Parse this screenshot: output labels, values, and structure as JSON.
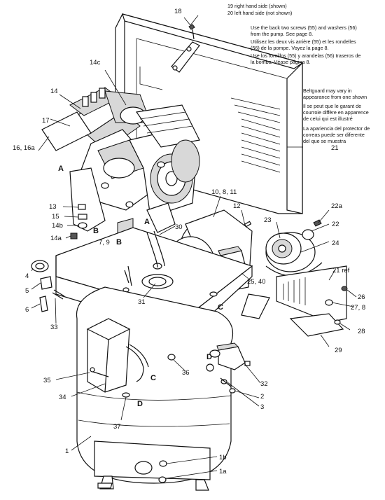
{
  "side_notes": {
    "right": "19  right hand side (shown)",
    "left": "20  left hand side (not shown)"
  },
  "screw_note": [
    "Use the back two screws (55) and washers (56)",
    "from the pump. See page 8.",
    "Utilisez les deux vis arrière (55) et les rondelles",
    "(56) de la pompe. Voyez la page 8.",
    "Use los tornillos (55) y arandelas (56) traseros de",
    "la bomba. Véase página 8."
  ],
  "beltguard_note": [
    "Beltguard may vary in",
    "appearance from one shown",
    "Il se peut que le garant de",
    "courroie diffère en apparence",
    "de celui qui est illustré",
    "La apariencia del protector de",
    "correas puede ser diferente",
    "del que se muestra"
  ],
  "callouts": {
    "c18": "18",
    "c14c": "14c",
    "c14": "14",
    "c17": "17",
    "c16": "16, 16a",
    "cA1": "A",
    "c21": "21",
    "c10": "10, 8, 11",
    "c12": "12",
    "c22a": "22a",
    "c22": "22",
    "c23": "23",
    "c24": "24",
    "c13": "13",
    "c15": "15",
    "c14b": "14b",
    "c14a": "14a",
    "cB1": "B",
    "cA2": "A",
    "c30": "30",
    "c79": "7, 9",
    "cB2": "B",
    "c4": "4",
    "c5": "5",
    "c6": "6",
    "c31": "31",
    "c33": "33",
    "c2540": "25, 40",
    "cC1": "C",
    "c21ref": "21 ref",
    "c26": "26",
    "c278": "27, 8",
    "c28": "28",
    "c29": "29",
    "cD1": "D",
    "c35": "35",
    "cC2": "C",
    "c36": "36",
    "c32": "32",
    "c34": "34",
    "c2": "2",
    "c3": "3",
    "cD2": "D",
    "c37": "37",
    "c1": "1",
    "c1b": "1b",
    "c1a": "1a"
  }
}
